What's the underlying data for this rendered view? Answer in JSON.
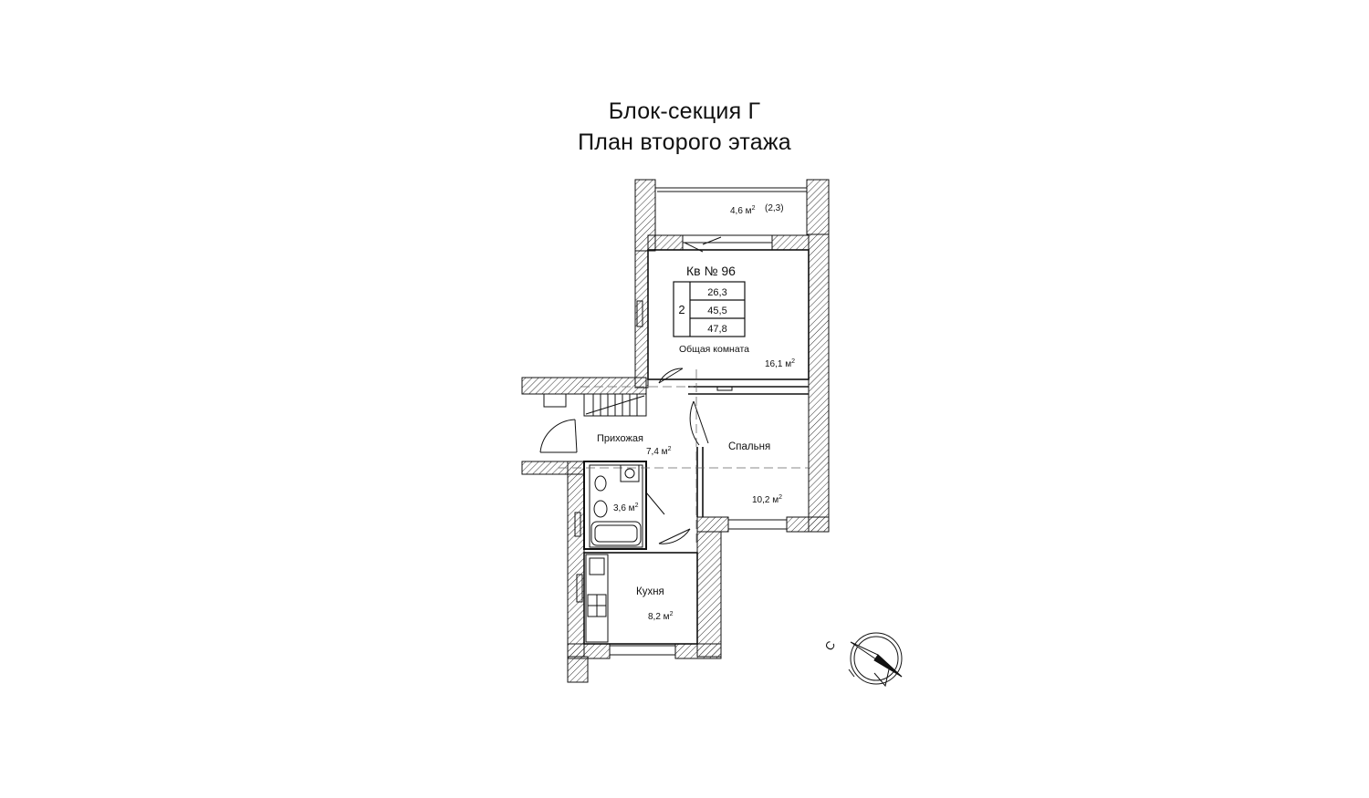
{
  "header": {
    "title_line1": "Блок-секция Г",
    "title_line2": "План второго этажа"
  },
  "apartment": {
    "label": "Кв № 96",
    "rooms_count": "2",
    "living_area": "26,3",
    "total_area": "45,5",
    "total_area_with_balcony": "47,8"
  },
  "rooms": {
    "balcony": {
      "area": "4,6 м",
      "sup": "2",
      "coef": "(2,3)"
    },
    "living": {
      "name": "Общая комната",
      "area": "16,1 м",
      "sup": "2"
    },
    "hall": {
      "name": "Прихожая",
      "area": "7,4 м",
      "sup": "2"
    },
    "bedroom": {
      "name": "Спальня",
      "area": "10,2 м",
      "sup": "2"
    },
    "bathroom": {
      "area": "3,6 м",
      "sup": "2"
    },
    "kitchen": {
      "name": "Кухня",
      "area": "8,2 м",
      "sup": "2"
    }
  },
  "compass": {
    "north_label": "С"
  },
  "colors": {
    "line": "#111111",
    "hatch": "#333333",
    "background": "#ffffff"
  }
}
